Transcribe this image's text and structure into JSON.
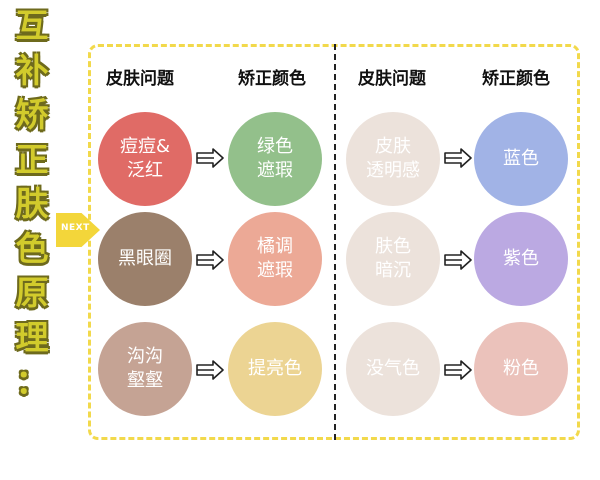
{
  "title_chars": [
    "互",
    "补",
    "矫",
    "正",
    "肤",
    "色",
    "原",
    "理",
    "："
  ],
  "next_label": "NEXT",
  "headers": {
    "left_problem": "皮肤问题",
    "left_color": "矫正颜色",
    "right_problem": "皮肤问题",
    "right_color": "矫正颜色"
  },
  "left_rows": [
    {
      "problem": "痘痘&\n泛红",
      "problem_color": "#e06b66",
      "corrector": "绿色\n遮瑕",
      "corrector_color": "#93c08b"
    },
    {
      "problem": "黑眼圈",
      "problem_color": "#9b806b",
      "corrector": "橘调\n遮瑕",
      "corrector_color": "#eca996"
    },
    {
      "problem": "沟沟\n壑壑",
      "problem_color": "#c5a394",
      "corrector": "提亮色",
      "corrector_color": "#ecd493"
    }
  ],
  "right_rows": [
    {
      "problem": "皮肤\n透明感",
      "problem_color": "#ece2db",
      "corrector": "蓝色",
      "corrector_color": "#a1b3e6"
    },
    {
      "problem": "肤色\n暗沉",
      "problem_color": "#ece2db",
      "corrector": "紫色",
      "corrector_color": "#bba9e2"
    },
    {
      "problem": "没气色",
      "problem_color": "#ece2db",
      "corrector": "粉色",
      "corrector_color": "#ebc2bb"
    }
  ],
  "arrow_icon": "double-right-arrow-icon"
}
